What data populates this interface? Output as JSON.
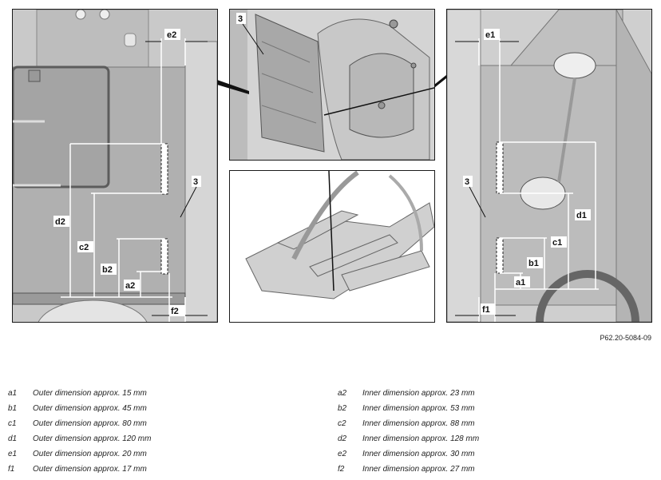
{
  "figure_id": "P62.20-5084-09",
  "left_panel": {
    "labels": {
      "e2": "e2",
      "d2": "d2",
      "c2": "c2",
      "b2": "b2",
      "a2": "a2",
      "f2": "f2",
      "part": "3"
    }
  },
  "top_middle_panel": {
    "labels": {
      "part": "3"
    }
  },
  "right_panel": {
    "labels": {
      "e1": "e1",
      "d1": "d1",
      "c1": "c1",
      "b1": "b1",
      "a1": "a1",
      "f1": "f1",
      "part": "3"
    }
  },
  "legend": {
    "left": [
      {
        "key": "a1",
        "text": "Outer dimension approx. 15 mm"
      },
      {
        "key": "b1",
        "text": "Outer dimension approx. 45 mm"
      },
      {
        "key": "c1",
        "text": "Outer dimension approx. 80 mm"
      },
      {
        "key": "d1",
        "text": "Outer dimension approx. 120 mm"
      },
      {
        "key": "e1",
        "text": "Outer dimension approx. 20 mm"
      },
      {
        "key": "f1",
        "text": "Outer dimension approx. 17 mm"
      }
    ],
    "right": [
      {
        "key": "a2",
        "text": "Inner dimension approx. 23 mm"
      },
      {
        "key": "b2",
        "text": "Inner dimension approx. 53 mm"
      },
      {
        "key": "c2",
        "text": "Inner dimension approx. 88 mm"
      },
      {
        "key": "d2",
        "text": "Inner dimension approx. 128 mm"
      },
      {
        "key": "e2",
        "text": "Inner dimension approx. 30 mm"
      },
      {
        "key": "f2",
        "text": "Inner dimension approx. 27 mm"
      }
    ]
  }
}
